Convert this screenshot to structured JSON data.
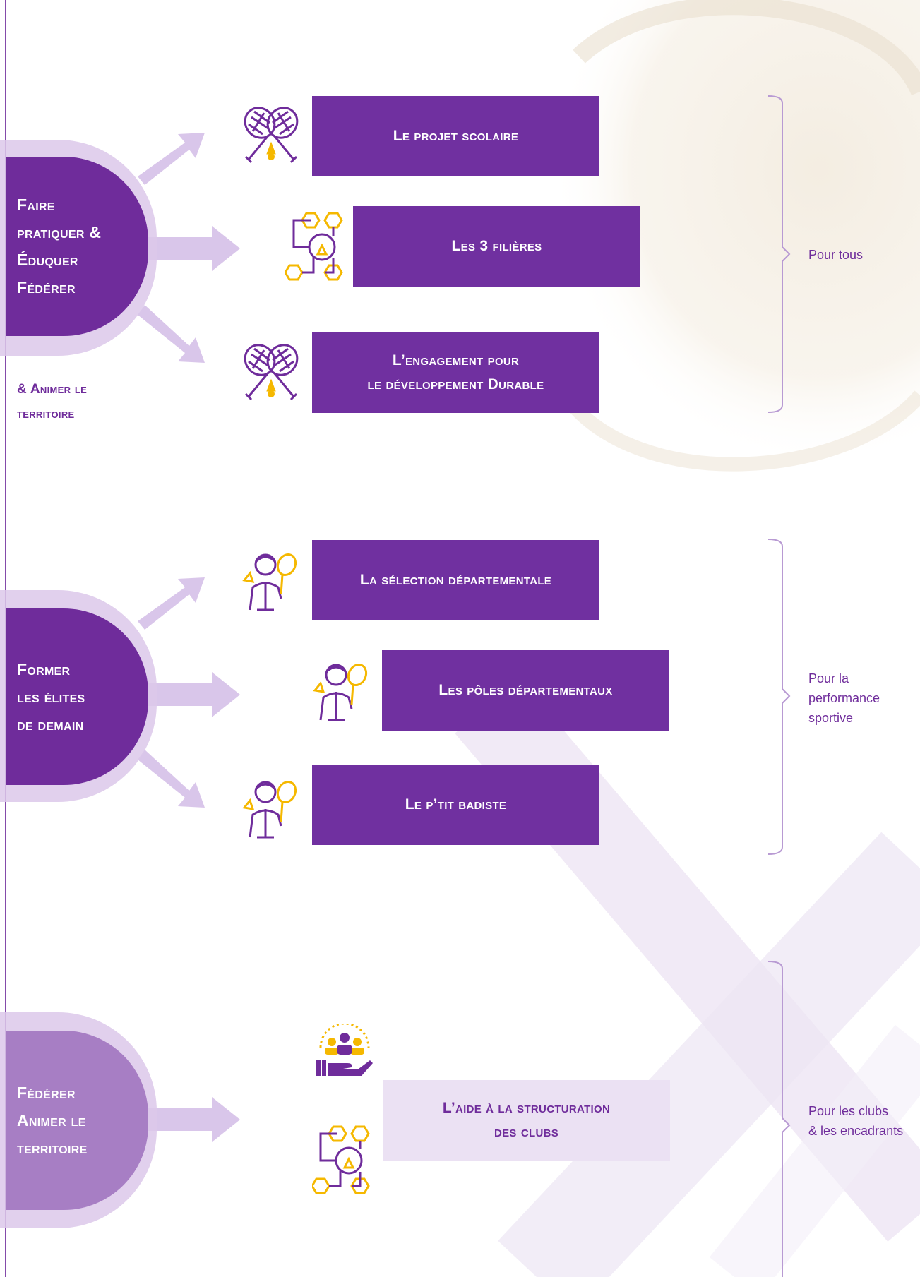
{
  "hubs": [
    {
      "lines": [
        "Faire",
        "pratiquer &",
        "Éduquer",
        "Fédérer"
      ]
    },
    {
      "lines": [
        "Former",
        "les élites",
        "de demain"
      ]
    },
    {
      "lines": [
        "Fédérer",
        "Animer le",
        "territoire"
      ]
    }
  ],
  "hub_note": {
    "lines": [
      "& Animer le",
      "territoire"
    ]
  },
  "boxes": [
    {
      "lines": [
        "Le projet scolaire"
      ]
    },
    {
      "lines": [
        "Les 3 filières"
      ]
    },
    {
      "lines": [
        "L’engagement pour",
        "le développement Durable"
      ]
    },
    {
      "lines": [
        "La sélection départementale"
      ]
    },
    {
      "lines": [
        "Les pôles départementaux"
      ]
    },
    {
      "lines": [
        "Le p’tit badiste"
      ]
    },
    {
      "lines": [
        "L’aide à la structuration",
        "des clubs"
      ]
    }
  ],
  "brackets": [
    {
      "lines": [
        "Pour tous"
      ]
    },
    {
      "lines": [
        "Pour la",
        "performance",
        "sportive"
      ]
    },
    {
      "lines": [
        "Pour les clubs",
        "& les encadrants"
      ]
    }
  ],
  "icons": [
    "badminton-rackets-icon",
    "network-hexagon-icon",
    "badminton-rackets-icon",
    "badminton-player-icon",
    "badminton-player-icon",
    "badminton-player-icon",
    "club-support-hand-icon",
    "network-hexagon-icon"
  ],
  "colors": {
    "primary_purple": "#7030a0",
    "light_purple": "#a77ec4",
    "pale_purple": "#ebe1f3",
    "accent_yellow": "#f5b800",
    "arrow_lilac": "#d9c6ea"
  }
}
